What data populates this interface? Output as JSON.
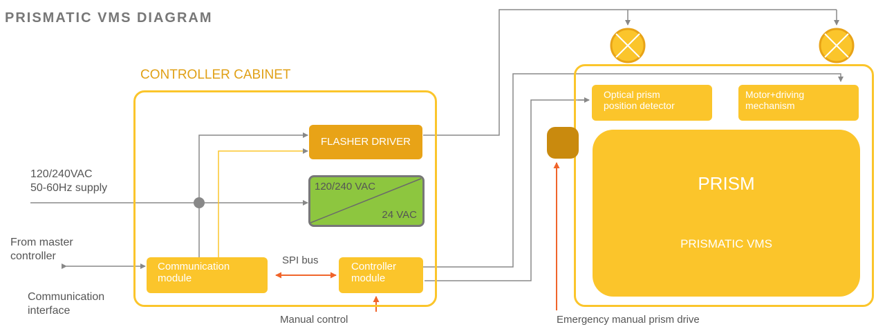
{
  "title": "PRISMATIC VMS DIAGRAM",
  "cabinet": {
    "title": "CONTROLLER CABINET",
    "flasher_driver": "FLASHER DRIVER",
    "psu_in": "120/240 VAC",
    "psu_out": "24 VAC",
    "comm_module": [
      "Communication",
      "module"
    ],
    "controller_module": [
      "Controller",
      "module"
    ],
    "spi_bus": "SPI bus",
    "manual_control": "Manual control"
  },
  "inputs": {
    "supply": [
      "120/240VAC",
      "50-60Hz supply"
    ],
    "master": [
      "From master",
      "controller"
    ],
    "comm_interface": [
      "Communication",
      "interface"
    ]
  },
  "sign": {
    "optical_detector": [
      "Optical prism",
      "position detector"
    ],
    "motor": [
      "Motor+driving",
      "mechanism"
    ],
    "prism": "PRISM",
    "vms": "PRISMATIC VMS",
    "emergency": "Emergency manual prism drive"
  },
  "colors": {
    "yellow": "#fbc52b",
    "dark_yellow": "#e8a317",
    "green": "#8dc63f",
    "knob": "#c98a0e",
    "wire": "#888888",
    "orange": "#f0642a"
  },
  "icons": [
    "flasher-lamp-icon",
    "flasher-lamp-icon",
    "junction-dot-icon",
    "emergency-knob-icon"
  ]
}
